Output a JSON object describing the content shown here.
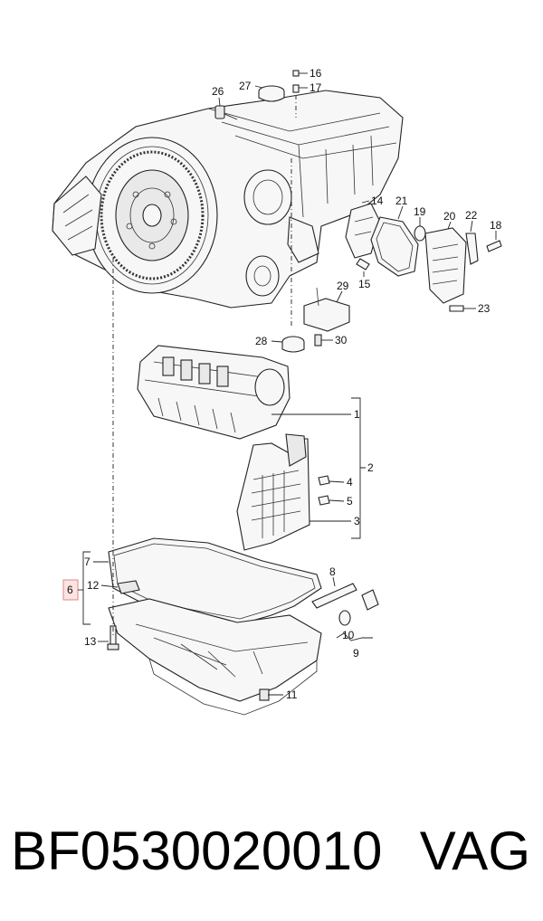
{
  "callouts": {
    "c1": "1",
    "c2": "2",
    "c3": "3",
    "c4": "4",
    "c5": "5",
    "c6": "6",
    "c7": "7",
    "c8": "8",
    "c9": "9",
    "c10": "10",
    "c11": "11",
    "c12": "12",
    "c13": "13",
    "c14": "14",
    "c15": "15",
    "c16": "16",
    "c17": "17",
    "c18": "18",
    "c19": "19",
    "c20": "20",
    "c21": "21",
    "c22": "22",
    "c23": "23",
    "c26": "26",
    "c27": "27",
    "c28": "28",
    "c29": "29",
    "c30": "30"
  },
  "caption": {
    "part_number": "BF0530020010",
    "brand": "VAG"
  },
  "colors": {
    "highlight": "#fde3e3",
    "line": "#222222"
  }
}
